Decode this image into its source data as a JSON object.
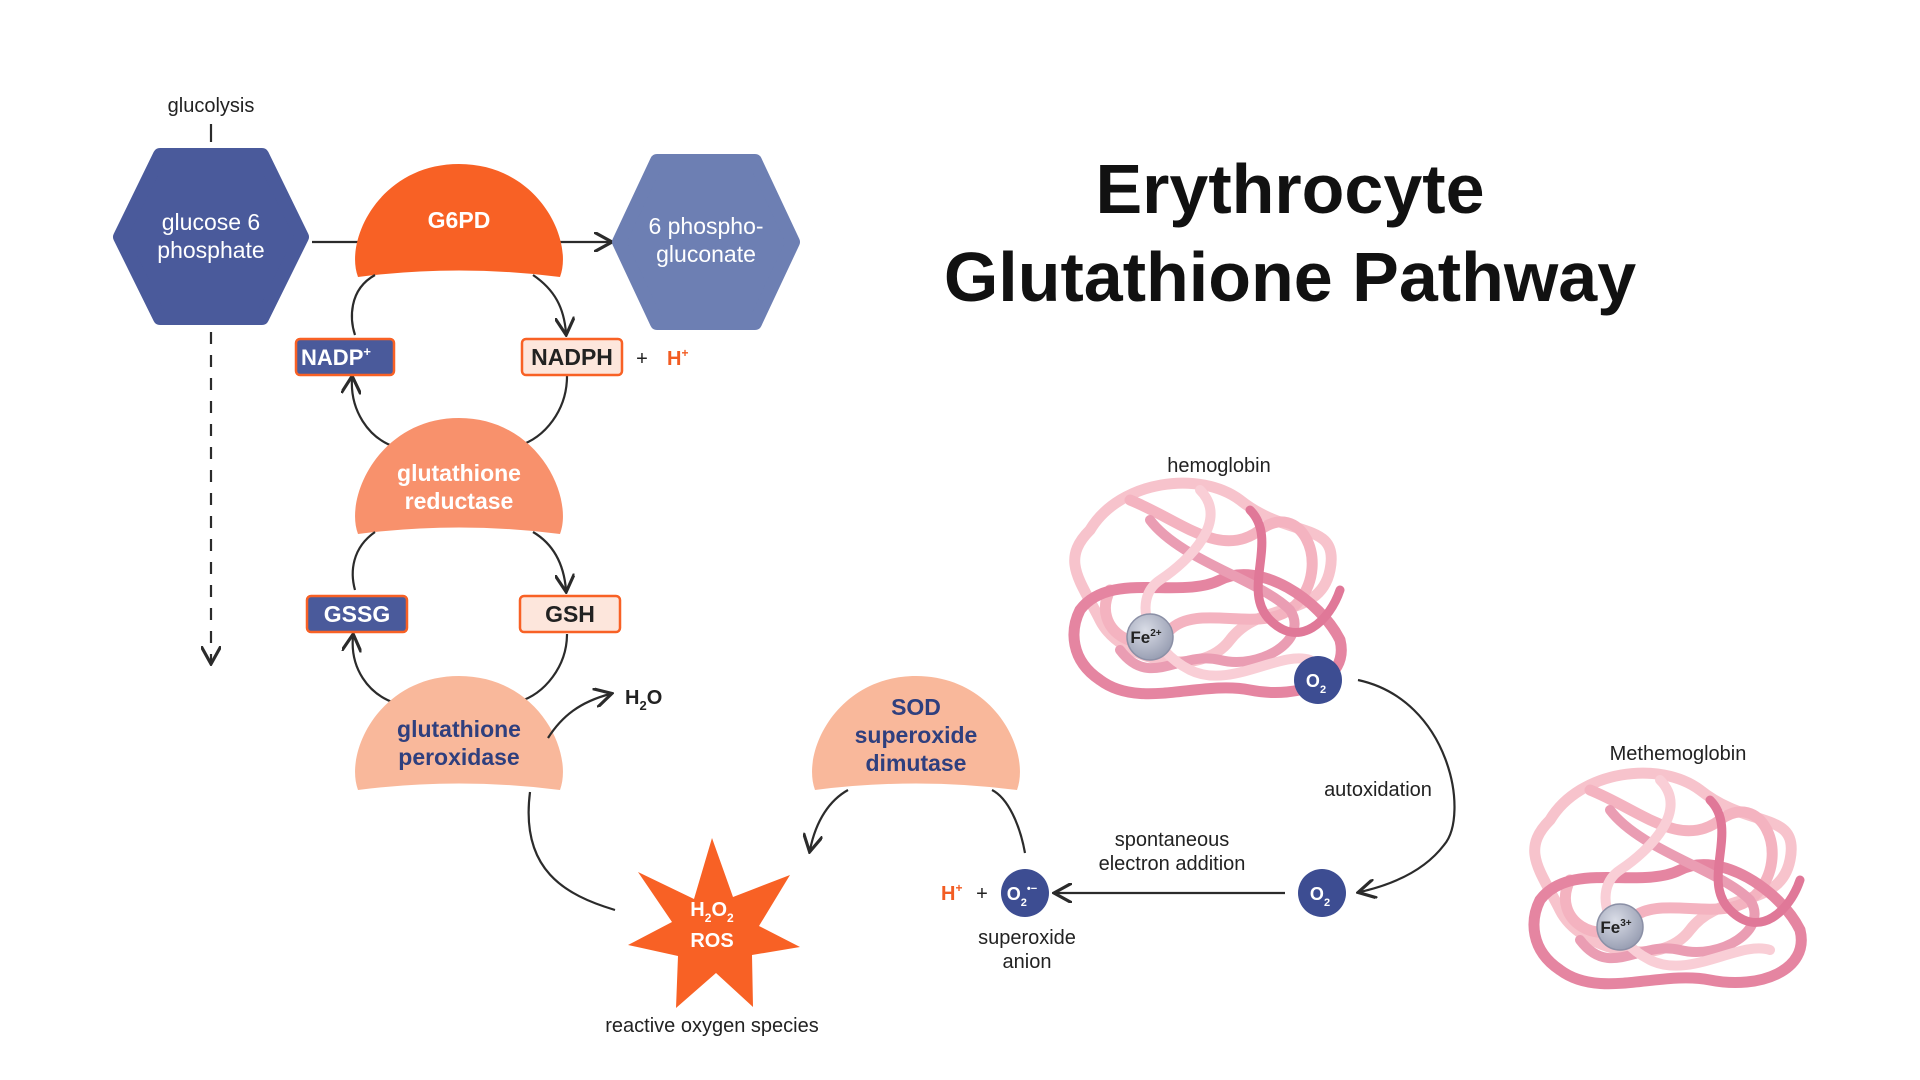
{
  "title": {
    "line1": "Erythrocyte",
    "line2": "Glutathione Pathway"
  },
  "labels": {
    "glycolysis": "glucolysis",
    "glucose6p": {
      "line1": "glucose 6",
      "line2": "phosphate"
    },
    "g6pd": "G6PD",
    "phosphogluconate": {
      "line1": "6 phospho-",
      "line2": "gluconate"
    },
    "nadp": "NADP",
    "nadp_sup": "+",
    "nadph": "NADPH",
    "plus": "+",
    "h": "H",
    "h_sup": "+",
    "glutathione_reductase": {
      "line1": "glutathione",
      "line2": "reductase"
    },
    "gssg": "GSSG",
    "gsh": "GSH",
    "glutathione_peroxidase": {
      "line1": "glutathione",
      "line2": "peroxidase"
    },
    "h2o": {
      "h": "H",
      "sub": "2",
      "o": "O"
    },
    "ros": {
      "h": "H",
      "sub1": "2",
      "o": "O",
      "sub2": "2",
      "line2": "ROS"
    },
    "reactive_oxygen_species": "reactive oxygen species",
    "sod": {
      "line1": "SOD",
      "line2": "superoxide",
      "line3": "dimutase"
    },
    "superoxide_anion": {
      "line1": "superoxide",
      "line2": "anion"
    },
    "superoxide_symbol": {
      "o": "O",
      "sub": "2",
      "sup": "•−"
    },
    "spontaneous": {
      "line1": "spontaneous",
      "line2": "electron addition"
    },
    "o2": {
      "o": "O",
      "sub": "2"
    },
    "autoxidation": "autoxidation",
    "hemoglobin": "hemoglobin",
    "fe2": {
      "fe": "Fe",
      "sup": "2+"
    },
    "methemoglobin": "Methemoglobin",
    "fe3": {
      "fe": "Fe",
      "sup": "3+"
    }
  },
  "colors": {
    "navy": "#4a5a9b",
    "slate": "#6d7fb3",
    "orange": "#f86125",
    "salmon": "#f8916c",
    "peach": "#f9b89b",
    "pink_dark": "#e585a1",
    "pink_light": "#f7c3cc"
  }
}
